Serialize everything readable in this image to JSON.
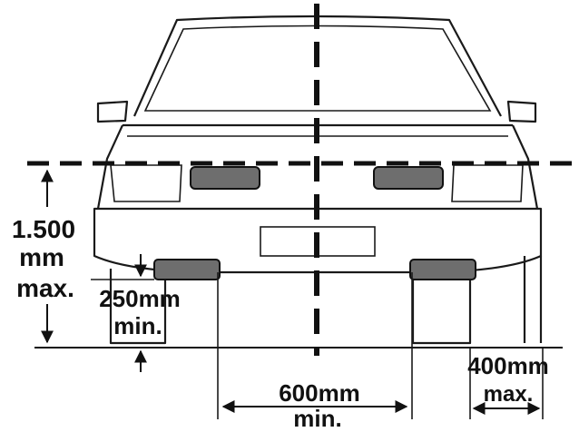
{
  "labels": {
    "height_value": "1.500",
    "height_unit": "mm",
    "height_limit": "max.",
    "low_value": "250mm",
    "low_limit": "min.",
    "spacing_value": "600mm",
    "spacing_limit": "min.",
    "side_value": "400mm",
    "side_limit": "max."
  },
  "colors": {
    "line": "#111111",
    "lamp_fill": "#6e6e6e",
    "background": "#ffffff"
  }
}
